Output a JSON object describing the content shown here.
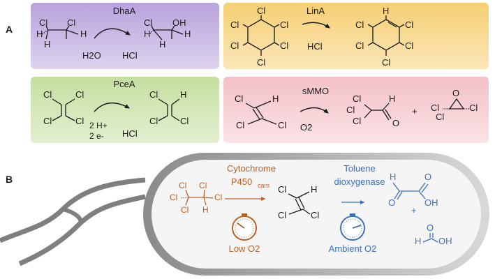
{
  "colors": {
    "dhaa_bg": "#ddd3ee",
    "dhaa_top": "#b7a3dc",
    "lina_bg": "#fbe6b8",
    "lina_top": "#f5cf73",
    "pcea_bg": "#e4efd0",
    "pcea_top": "#c4dfa0",
    "smmo_bg": "#fbe3e6",
    "smmo_top": "#f3c0c8",
    "p450": "#b8602a",
    "toluene": "#3d6fbf",
    "cell": "#b0b0b0",
    "cell_inner": "#f5f5f5",
    "text": "#1a1a1a"
  },
  "panel_a": {
    "label": "A",
    "dhaa": {
      "enzyme": "DhaA",
      "cosubstrate": "H2O",
      "byproduct": "HCl",
      "substrate_atoms": [
        "Cl",
        "Cl",
        "H",
        "H",
        "H"
      ],
      "product_atoms": [
        "Cl",
        "OH",
        "H",
        "H",
        "H"
      ]
    },
    "lina": {
      "enzyme": "LinA",
      "byproduct": "HCl",
      "substrate_atoms": [
        "Cl",
        "Cl",
        "Cl",
        "Cl",
        "Cl",
        "Cl"
      ],
      "product_atoms": [
        "H",
        "Cl",
        "Cl",
        "Cl",
        "Cl",
        "Cl"
      ]
    },
    "pcea": {
      "enzyme": "PceA",
      "cosubstrate_1": "2 H+",
      "cosubstrate_2": "2 e-",
      "byproduct": "HCl",
      "substrate_atoms": [
        "Cl",
        "Cl",
        "Cl",
        "Cl"
      ],
      "product_atoms": [
        "Cl",
        "H",
        "Cl",
        "Cl"
      ]
    },
    "smmo": {
      "enzyme": "sMMO",
      "cosubstrate": "O2",
      "plus": "+",
      "substrate_atoms": [
        "Cl",
        "H",
        "Cl",
        "Cl"
      ],
      "product1_atoms": [
        "Cl",
        "Cl",
        "Cl",
        "H",
        "O"
      ],
      "product2_atoms": [
        "O",
        "Cl",
        "Cl",
        "Cl"
      ]
    }
  },
  "panel_b": {
    "label": "B",
    "p450_name_1": "Cytochrome",
    "p450_name_2": "P450",
    "p450_subscript": "cam",
    "p450_condition": "Low O2",
    "toluene_name_1": "Toluene",
    "toluene_name_2": "dioxygenase",
    "toluene_condition": "Ambient O2",
    "substrate_atoms": [
      "Cl",
      "Cl",
      "Cl",
      "Cl",
      "Cl",
      "H"
    ],
    "intermediate_atoms": [
      "Cl",
      "H",
      "Cl",
      "Cl"
    ],
    "glyoxylate_atoms": [
      "H",
      "O",
      "O",
      "OH"
    ],
    "plus": "+",
    "formate_atoms": [
      "O",
      "H",
      "OH"
    ]
  }
}
